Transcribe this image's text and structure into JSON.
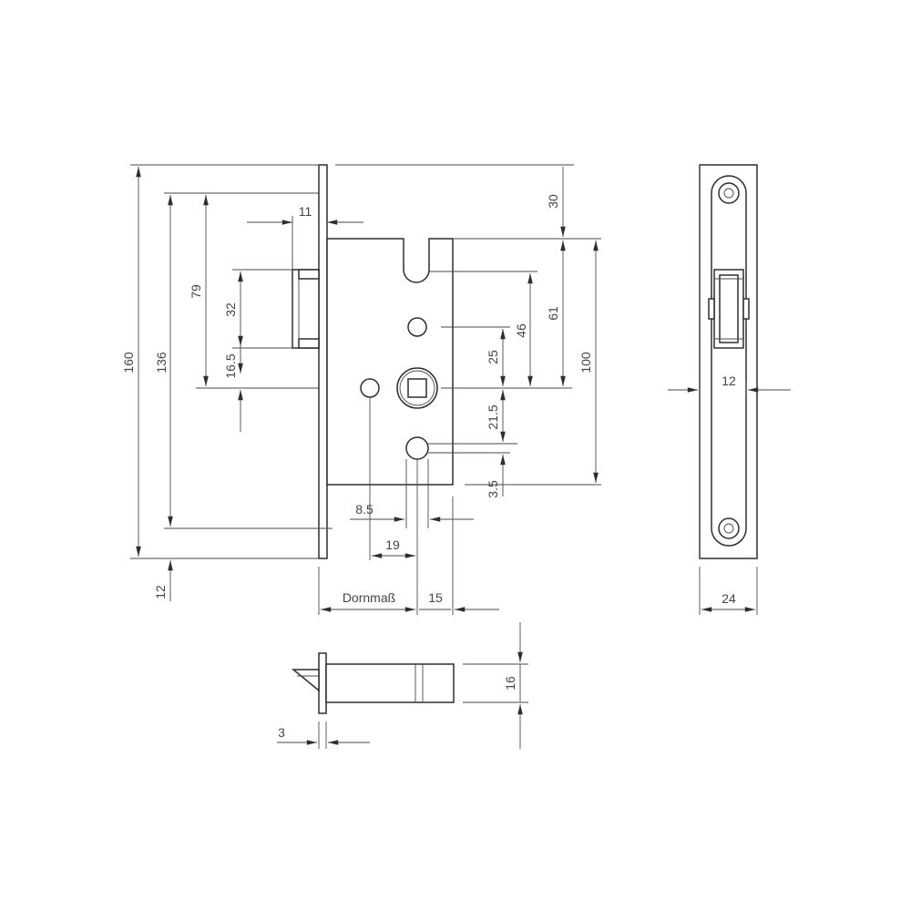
{
  "dimensions": {
    "d160": "160",
    "d136": "136",
    "d79": "79",
    "d32": "32",
    "d16_5": "16.5",
    "d11": "11",
    "d12_bottom": "12",
    "d30": "30",
    "d61": "61",
    "d46": "46",
    "d25": "25",
    "d100": "100",
    "d21_5": "21.5",
    "d3_5": "3.5",
    "d8_5": "8.5",
    "d19": "19",
    "d15": "15",
    "dornmass": "Dornmaß",
    "d12_side": "12",
    "d24": "24",
    "d16": "16",
    "d3": "3"
  }
}
